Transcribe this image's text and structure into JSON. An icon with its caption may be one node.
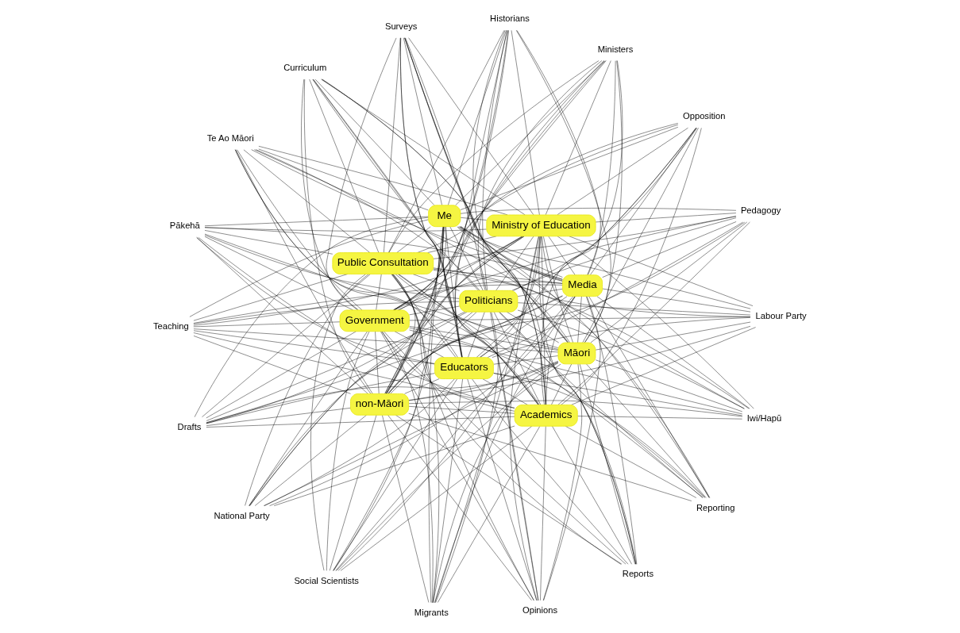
{
  "diagram": {
    "nodes": [
      {
        "text": [
          "Teaching"
        ]
      },
      {
        "text": [
          "Pedagogy"
        ]
      },
      {
        "text": [
          "Migrants"
        ]
      },
      {
        "text": [
          "Historians"
        ]
      },
      {
        "text": [
          "Educators"
        ]
      },
      {
        "text": [
          "Pākehā"
        ]
      },
      {
        "text": [
          "non-Māori"
        ]
      },
      {
        "text": [
          "Academics"
        ]
      },
      {
        "text": [
          "Social Scientists"
        ]
      },
      {
        "text": [
          "Iwi/Hapū"
        ]
      },
      {
        "text": [
          "Opinions"
        ]
      },
      {
        "text": [
          "Te Ao Māori"
        ]
      },
      {
        "text": [
          "Māori"
        ]
      },
      {
        "text": [
          "Media"
        ]
      },
      {
        "text": [
          "Me"
        ]
      },
      {
        "text": [
          "Reporting"
        ]
      },
      {
        "text": [
          "Labour Party"
        ]
      },
      {
        "text": [
          "Public Consultation"
        ]
      },
      {
        "text": [
          "Government"
        ]
      },
      {
        "text": [
          "Surveys"
        ]
      },
      {
        "text": [
          "National Party"
        ]
      },
      {
        "text": [
          "Drafts"
        ]
      },
      {
        "text": [
          "Politicians"
        ]
      },
      {
        "text": [
          "Ministry of Education"
        ]
      },
      {
        "text": [
          "Ministers"
        ]
      },
      {
        "text": [
          "Reports"
        ]
      },
      {
        "text": [
          "Opposition"
        ]
      },
      {
        "text": [
          "Curriculum"
        ]
      }
    ],
    "edges": [
      {
        "from": 0,
        "to": 4,
        "arrow": "none"
      },
      {
        "from": 0,
        "to": 6,
        "arrow": "none"
      },
      {
        "from": 0,
        "to": 7,
        "arrow": "none"
      },
      {
        "from": 0,
        "to": 12,
        "arrow": "none"
      },
      {
        "from": 0,
        "to": 13,
        "arrow": "none"
      },
      {
        "from": 0,
        "to": 14,
        "arrow": "none"
      },
      {
        "from": 0,
        "to": 17,
        "arrow": "none"
      },
      {
        "from": 0,
        "to": 18,
        "arrow": "none"
      },
      {
        "from": 0,
        "to": 22,
        "arrow": "none"
      },
      {
        "from": 0,
        "to": 23,
        "arrow": "none"
      },
      {
        "from": 1,
        "to": 4,
        "arrow": "none"
      },
      {
        "from": 1,
        "to": 6,
        "arrow": "none"
      },
      {
        "from": 1,
        "to": 7,
        "arrow": "none"
      },
      {
        "from": 1,
        "to": 12,
        "arrow": "none"
      },
      {
        "from": 1,
        "to": 13,
        "arrow": "none"
      },
      {
        "from": 1,
        "to": 14,
        "arrow": "none"
      },
      {
        "from": 1,
        "to": 17,
        "arrow": "none"
      },
      {
        "from": 1,
        "to": 18,
        "arrow": "none"
      },
      {
        "from": 1,
        "to": 22,
        "arrow": "none"
      },
      {
        "from": 1,
        "to": 23,
        "arrow": "none"
      },
      {
        "from": 2,
        "to": 4,
        "arrow": "none"
      },
      {
        "from": 2,
        "to": 6,
        "arrow": "none"
      },
      {
        "from": 2,
        "to": 7,
        "arrow": "none"
      },
      {
        "from": 2,
        "to": 12,
        "arrow": "none"
      },
      {
        "from": 2,
        "to": 13,
        "arrow": "none"
      },
      {
        "from": 2,
        "to": 14,
        "arrow": "none"
      },
      {
        "from": 2,
        "to": 17,
        "arrow": "none"
      },
      {
        "from": 2,
        "to": 18,
        "arrow": "none"
      },
      {
        "from": 2,
        "to": 22,
        "arrow": "none"
      },
      {
        "from": 2,
        "to": 23,
        "arrow": "none"
      },
      {
        "from": 3,
        "to": 4,
        "arrow": "none"
      },
      {
        "from": 3,
        "to": 6,
        "arrow": "none"
      },
      {
        "from": 3,
        "to": 7,
        "arrow": "none"
      },
      {
        "from": 3,
        "to": 12,
        "arrow": "none"
      },
      {
        "from": 3,
        "to": 13,
        "arrow": "none"
      },
      {
        "from": 3,
        "to": 14,
        "arrow": "none"
      },
      {
        "from": 3,
        "to": 17,
        "arrow": "none"
      },
      {
        "from": 3,
        "to": 18,
        "arrow": "none"
      },
      {
        "from": 3,
        "to": 22,
        "arrow": "none"
      },
      {
        "from": 3,
        "to": 23,
        "arrow": "none"
      },
      {
        "from": 5,
        "to": 4,
        "arrow": "none"
      },
      {
        "from": 5,
        "to": 6,
        "arrow": "none"
      },
      {
        "from": 5,
        "to": 7,
        "arrow": "none"
      },
      {
        "from": 5,
        "to": 12,
        "arrow": "none"
      },
      {
        "from": 5,
        "to": 13,
        "arrow": "none"
      },
      {
        "from": 5,
        "to": 14,
        "arrow": "none"
      },
      {
        "from": 5,
        "to": 17,
        "arrow": "none"
      },
      {
        "from": 5,
        "to": 18,
        "arrow": "none"
      },
      {
        "from": 5,
        "to": 22,
        "arrow": "none"
      },
      {
        "from": 5,
        "to": 23,
        "arrow": "none"
      },
      {
        "from": 8,
        "to": 4,
        "arrow": "none"
      },
      {
        "from": 8,
        "to": 6,
        "arrow": "none"
      },
      {
        "from": 8,
        "to": 7,
        "arrow": "none"
      },
      {
        "from": 8,
        "to": 12,
        "arrow": "none"
      },
      {
        "from": 8,
        "to": 13,
        "arrow": "none"
      },
      {
        "from": 8,
        "to": 14,
        "arrow": "none"
      },
      {
        "from": 8,
        "to": 17,
        "arrow": "none"
      },
      {
        "from": 8,
        "to": 18,
        "arrow": "none"
      },
      {
        "from": 8,
        "to": 22,
        "arrow": "none"
      },
      {
        "from": 8,
        "to": 23,
        "arrow": "none"
      },
      {
        "from": 9,
        "to": 4,
        "arrow": "none"
      },
      {
        "from": 9,
        "to": 6,
        "arrow": "none"
      },
      {
        "from": 9,
        "to": 7,
        "arrow": "none"
      },
      {
        "from": 9,
        "to": 12,
        "arrow": "none"
      },
      {
        "from": 9,
        "to": 13,
        "arrow": "none"
      },
      {
        "from": 9,
        "to": 14,
        "arrow": "none"
      },
      {
        "from": 9,
        "to": 17,
        "arrow": "none"
      },
      {
        "from": 9,
        "to": 18,
        "arrow": "none"
      },
      {
        "from": 9,
        "to": 22,
        "arrow": "none"
      },
      {
        "from": 9,
        "to": 23,
        "arrow": "none"
      },
      {
        "from": 10,
        "to": 4,
        "arrow": "none"
      },
      {
        "from": 10,
        "to": 6,
        "arrow": "none"
      },
      {
        "from": 10,
        "to": 7,
        "arrow": "none"
      },
      {
        "from": 10,
        "to": 12,
        "arrow": "none"
      },
      {
        "from": 10,
        "to": 13,
        "arrow": "none"
      },
      {
        "from": 10,
        "to": 14,
        "arrow": "none"
      },
      {
        "from": 10,
        "to": 17,
        "arrow": "none"
      },
      {
        "from": 10,
        "to": 18,
        "arrow": "none"
      },
      {
        "from": 10,
        "to": 22,
        "arrow": "none"
      },
      {
        "from": 10,
        "to": 23,
        "arrow": "none"
      },
      {
        "from": 11,
        "to": 4,
        "arrow": "none"
      },
      {
        "from": 11,
        "to": 6,
        "arrow": "none"
      },
      {
        "from": 11,
        "to": 7,
        "arrow": "none"
      },
      {
        "from": 11,
        "to": 12,
        "arrow": "none"
      },
      {
        "from": 11,
        "to": 13,
        "arrow": "none"
      },
      {
        "from": 11,
        "to": 14,
        "arrow": "none"
      },
      {
        "from": 11,
        "to": 17,
        "arrow": "none"
      },
      {
        "from": 11,
        "to": 18,
        "arrow": "none"
      },
      {
        "from": 11,
        "to": 22,
        "arrow": "none"
      },
      {
        "from": 11,
        "to": 23,
        "arrow": "none"
      },
      {
        "from": 15,
        "to": 4,
        "arrow": "none"
      },
      {
        "from": 15,
        "to": 6,
        "arrow": "none"
      },
      {
        "from": 15,
        "to": 7,
        "arrow": "none"
      },
      {
        "from": 15,
        "to": 12,
        "arrow": "none"
      },
      {
        "from": 15,
        "to": 13,
        "arrow": "none"
      },
      {
        "from": 15,
        "to": 14,
        "arrow": "none"
      },
      {
        "from": 15,
        "to": 17,
        "arrow": "none"
      },
      {
        "from": 15,
        "to": 18,
        "arrow": "none"
      },
      {
        "from": 15,
        "to": 22,
        "arrow": "none"
      },
      {
        "from": 15,
        "to": 23,
        "arrow": "none"
      },
      {
        "from": 16,
        "to": 4,
        "arrow": "none"
      },
      {
        "from": 16,
        "to": 6,
        "arrow": "none"
      },
      {
        "from": 16,
        "to": 7,
        "arrow": "none"
      },
      {
        "from": 16,
        "to": 12,
        "arrow": "none"
      },
      {
        "from": 16,
        "to": 13,
        "arrow": "none"
      },
      {
        "from": 16,
        "to": 14,
        "arrow": "none"
      },
      {
        "from": 16,
        "to": 17,
        "arrow": "none"
      },
      {
        "from": 16,
        "to": 18,
        "arrow": "none"
      },
      {
        "from": 16,
        "to": 22,
        "arrow": "none"
      },
      {
        "from": 16,
        "to": 23,
        "arrow": "none"
      },
      {
        "from": 19,
        "to": 4,
        "arrow": "none"
      },
      {
        "from": 19,
        "to": 6,
        "arrow": "none"
      },
      {
        "from": 19,
        "to": 7,
        "arrow": "none"
      },
      {
        "from": 19,
        "to": 12,
        "arrow": "none"
      },
      {
        "from": 19,
        "to": 13,
        "arrow": "none"
      },
      {
        "from": 19,
        "to": 14,
        "arrow": "none"
      },
      {
        "from": 19,
        "to": 17,
        "arrow": "none"
      },
      {
        "from": 19,
        "to": 18,
        "arrow": "none"
      },
      {
        "from": 19,
        "to": 22,
        "arrow": "none"
      },
      {
        "from": 19,
        "to": 23,
        "arrow": "none"
      },
      {
        "from": 20,
        "to": 4,
        "arrow": "none"
      },
      {
        "from": 20,
        "to": 6,
        "arrow": "none"
      },
      {
        "from": 20,
        "to": 7,
        "arrow": "none"
      },
      {
        "from": 20,
        "to": 12,
        "arrow": "none"
      },
      {
        "from": 20,
        "to": 13,
        "arrow": "none"
      },
      {
        "from": 20,
        "to": 14,
        "arrow": "none"
      },
      {
        "from": 20,
        "to": 17,
        "arrow": "none"
      },
      {
        "from": 20,
        "to": 18,
        "arrow": "none"
      },
      {
        "from": 20,
        "to": 22,
        "arrow": "none"
      },
      {
        "from": 20,
        "to": 23,
        "arrow": "none"
      },
      {
        "from": 21,
        "to": 4,
        "arrow": "none"
      },
      {
        "from": 21,
        "to": 6,
        "arrow": "none"
      },
      {
        "from": 21,
        "to": 7,
        "arrow": "none"
      },
      {
        "from": 21,
        "to": 12,
        "arrow": "none"
      },
      {
        "from": 21,
        "to": 13,
        "arrow": "none"
      },
      {
        "from": 21,
        "to": 14,
        "arrow": "none"
      },
      {
        "from": 21,
        "to": 17,
        "arrow": "none"
      },
      {
        "from": 21,
        "to": 18,
        "arrow": "none"
      },
      {
        "from": 21,
        "to": 22,
        "arrow": "none"
      },
      {
        "from": 21,
        "to": 23,
        "arrow": "none"
      },
      {
        "from": 24,
        "to": 4,
        "arrow": "none"
      },
      {
        "from": 24,
        "to": 6,
        "arrow": "none"
      },
      {
        "from": 24,
        "to": 7,
        "arrow": "none"
      },
      {
        "from": 24,
        "to": 12,
        "arrow": "none"
      },
      {
        "from": 24,
        "to": 13,
        "arrow": "none"
      },
      {
        "from": 24,
        "to": 14,
        "arrow": "none"
      },
      {
        "from": 24,
        "to": 17,
        "arrow": "none"
      },
      {
        "from": 24,
        "to": 18,
        "arrow": "none"
      },
      {
        "from": 24,
        "to": 22,
        "arrow": "none"
      },
      {
        "from": 24,
        "to": 23,
        "arrow": "none"
      },
      {
        "from": 25,
        "to": 4,
        "arrow": "none"
      },
      {
        "from": 25,
        "to": 6,
        "arrow": "none"
      },
      {
        "from": 25,
        "to": 7,
        "arrow": "none"
      },
      {
        "from": 25,
        "to": 12,
        "arrow": "none"
      },
      {
        "from": 25,
        "to": 13,
        "arrow": "none"
      },
      {
        "from": 25,
        "to": 14,
        "arrow": "none"
      },
      {
        "from": 25,
        "to": 17,
        "arrow": "none"
      },
      {
        "from": 25,
        "to": 18,
        "arrow": "none"
      },
      {
        "from": 25,
        "to": 22,
        "arrow": "none"
      },
      {
        "from": 25,
        "to": 23,
        "arrow": "none"
      },
      {
        "from": 26,
        "to": 4,
        "arrow": "none"
      },
      {
        "from": 26,
        "to": 6,
        "arrow": "none"
      },
      {
        "from": 26,
        "to": 7,
        "arrow": "none"
      },
      {
        "from": 26,
        "to": 12,
        "arrow": "none"
      },
      {
        "from": 26,
        "to": 13,
        "arrow": "none"
      },
      {
        "from": 26,
        "to": 14,
        "arrow": "none"
      },
      {
        "from": 26,
        "to": 17,
        "arrow": "none"
      },
      {
        "from": 26,
        "to": 18,
        "arrow": "none"
      },
      {
        "from": 26,
        "to": 22,
        "arrow": "none"
      },
      {
        "from": 26,
        "to": 23,
        "arrow": "none"
      },
      {
        "from": 27,
        "to": 4,
        "arrow": "none"
      },
      {
        "from": 27,
        "to": 6,
        "arrow": "none"
      },
      {
        "from": 27,
        "to": 7,
        "arrow": "none"
      },
      {
        "from": 27,
        "to": 12,
        "arrow": "none"
      },
      {
        "from": 27,
        "to": 13,
        "arrow": "none"
      },
      {
        "from": 27,
        "to": 14,
        "arrow": "none"
      },
      {
        "from": 27,
        "to": 17,
        "arrow": "none"
      },
      {
        "from": 27,
        "to": 18,
        "arrow": "none"
      },
      {
        "from": 27,
        "to": 22,
        "arrow": "none"
      },
      {
        "from": 27,
        "to": 23,
        "arrow": "none"
      },
      {
        "from": 4,
        "to": 6,
        "arrow": "none"
      },
      {
        "from": 4,
        "to": 7,
        "arrow": "none"
      },
      {
        "from": 4,
        "to": 12,
        "arrow": "none"
      },
      {
        "from": 4,
        "to": 13,
        "arrow": "none"
      },
      {
        "from": 4,
        "to": 14,
        "arrow": "none"
      },
      {
        "from": 4,
        "to": 17,
        "arrow": "none"
      },
      {
        "from": 4,
        "to": 18,
        "arrow": "none"
      },
      {
        "from": 4,
        "to": 22,
        "arrow": "none"
      },
      {
        "from": 4,
        "to": 23,
        "arrow": "none"
      },
      {
        "from": 6,
        "to": 7,
        "arrow": "none"
      },
      {
        "from": 6,
        "to": 12,
        "arrow": "none"
      },
      {
        "from": 6,
        "to": 13,
        "arrow": "none"
      },
      {
        "from": 6,
        "to": 14,
        "arrow": "none"
      },
      {
        "from": 6,
        "to": 17,
        "arrow": "none"
      },
      {
        "from": 6,
        "to": 18,
        "arrow": "none"
      },
      {
        "from": 6,
        "to": 22,
        "arrow": "none"
      },
      {
        "from": 6,
        "to": 23,
        "arrow": "none"
      },
      {
        "from": 7,
        "to": 12,
        "arrow": "none"
      },
      {
        "from": 7,
        "to": 13,
        "arrow": "none"
      },
      {
        "from": 7,
        "to": 14,
        "arrow": "none"
      },
      {
        "from": 7,
        "to": 17,
        "arrow": "none"
      },
      {
        "from": 7,
        "to": 18,
        "arrow": "none"
      },
      {
        "from": 7,
        "to": 22,
        "arrow": "none"
      },
      {
        "from": 7,
        "to": 23,
        "arrow": "none"
      },
      {
        "from": 12,
        "to": 13,
        "arrow": "none"
      },
      {
        "from": 12,
        "to": 14,
        "arrow": "none"
      },
      {
        "from": 12,
        "to": 17,
        "arrow": "none"
      },
      {
        "from": 12,
        "to": 18,
        "arrow": "none"
      },
      {
        "from": 12,
        "to": 22,
        "arrow": "none"
      },
      {
        "from": 12,
        "to": 23,
        "arrow": "none"
      },
      {
        "from": 13,
        "to": 14,
        "arrow": "none"
      },
      {
        "from": 13,
        "to": 17,
        "arrow": "none"
      },
      {
        "from": 13,
        "to": 18,
        "arrow": "none"
      },
      {
        "from": 13,
        "to": 22,
        "arrow": "none"
      },
      {
        "from": 13,
        "to": 23,
        "arrow": "none"
      },
      {
        "from": 14,
        "to": 17,
        "arrow": "none"
      },
      {
        "from": 14,
        "to": 18,
        "arrow": "none"
      },
      {
        "from": 14,
        "to": 22,
        "arrow": "none"
      },
      {
        "from": 14,
        "to": 23,
        "arrow": "none"
      },
      {
        "from": 17,
        "to": 18,
        "arrow": "none"
      },
      {
        "from": 17,
        "to": 22,
        "arrow": "none"
      },
      {
        "from": 17,
        "to": 23,
        "arrow": "none"
      },
      {
        "from": 18,
        "to": 22,
        "arrow": "none"
      },
      {
        "from": 18,
        "to": 23,
        "arrow": "none"
      },
      {
        "from": 22,
        "to": 23,
        "arrow": "none"
      }
    ]
  }
}
